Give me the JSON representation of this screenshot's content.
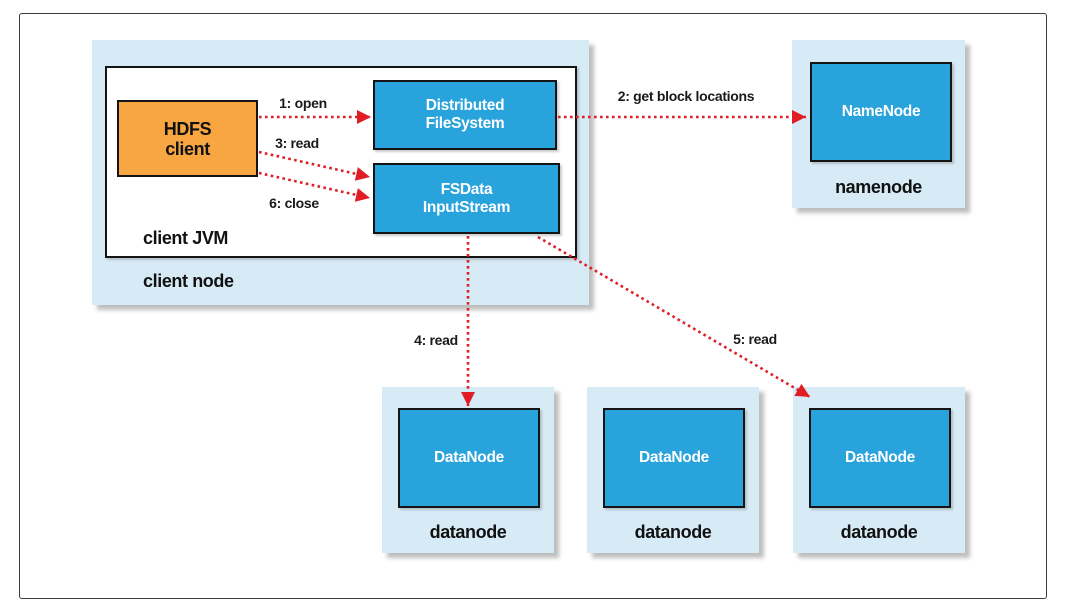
{
  "client_node": {
    "label": "client node",
    "jvm_label": "client JVM",
    "hdfs_client": {
      "line1": "HDFS",
      "line2": "client"
    },
    "distributed_filesystem": {
      "line1": "Distributed",
      "line2": "FileSystem"
    },
    "fsdata_inputstream": {
      "line1": "FSData",
      "line2": "InputStream"
    }
  },
  "namenode": {
    "box_label": "NameNode",
    "container_label": "namenode"
  },
  "datanodes": [
    {
      "box_label": "DataNode",
      "container_label": "datanode"
    },
    {
      "box_label": "DataNode",
      "container_label": "datanode"
    },
    {
      "box_label": "DataNode",
      "container_label": "datanode"
    }
  ],
  "arrows": {
    "open": "1: open",
    "get_block_locations": "2: get block locations",
    "read3": "3: read",
    "read4": "4: read",
    "read5": "5: read",
    "close": "6: close"
  },
  "colors": {
    "node_blue": "#29a3dc",
    "container_light_blue": "#d7ebf6",
    "client_orange": "#f7a642",
    "arrow_red": "#e01d25",
    "border_black": "#141414"
  }
}
